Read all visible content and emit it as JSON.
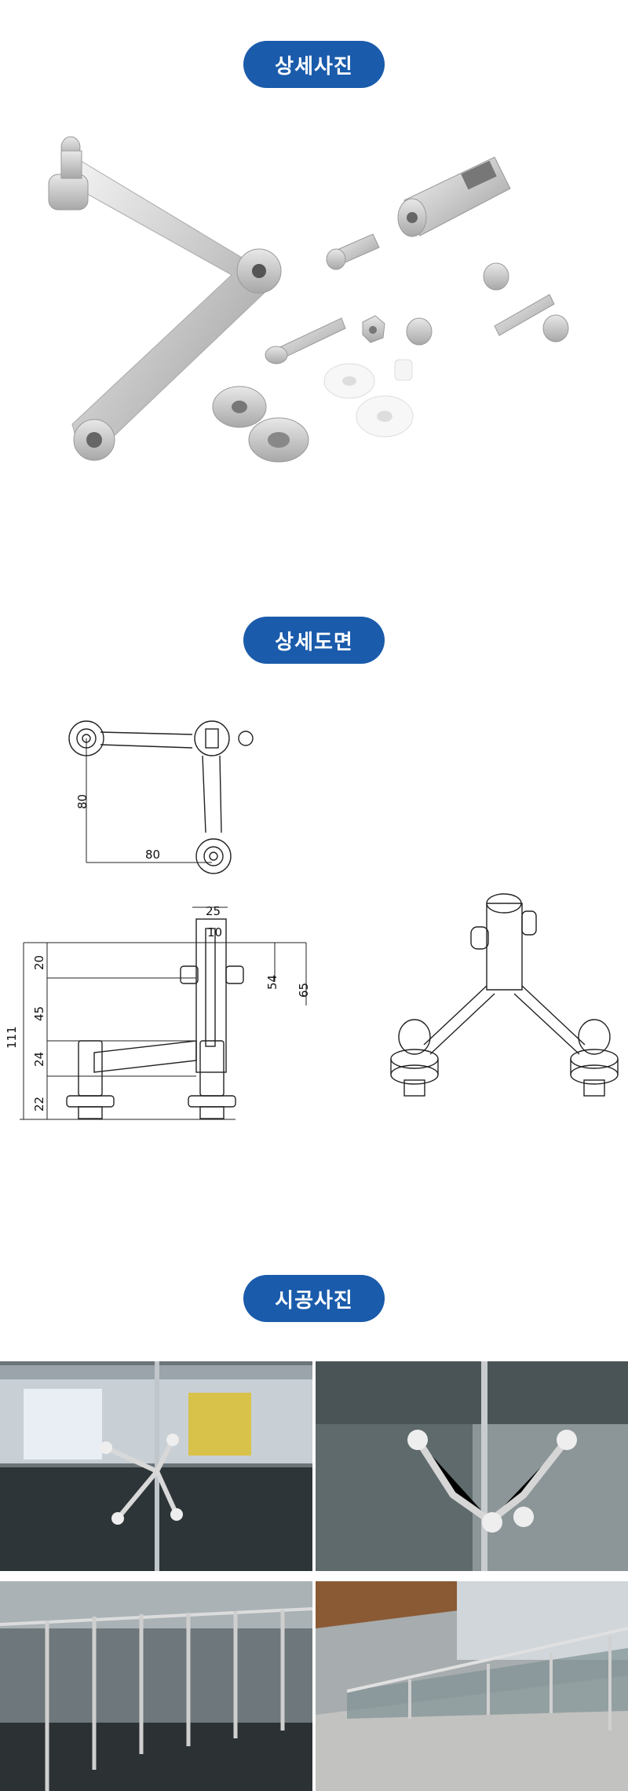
{
  "sections": {
    "detail_photo": {
      "title": "상세사진"
    },
    "detail_drawing": {
      "title": "상세도면"
    },
    "install_photo": {
      "title": "시공사진"
    }
  },
  "drawing": {
    "top_view": {
      "height": "80",
      "width": "80"
    },
    "side_view": {
      "total_height": "111",
      "seg_20": "20",
      "seg_45": "45",
      "seg_24": "24",
      "seg_22": "22",
      "top_width": "25",
      "slot_width": "10",
      "right_54": "54",
      "right_65": "65"
    }
  },
  "colors": {
    "accent": "#1a5bab"
  }
}
